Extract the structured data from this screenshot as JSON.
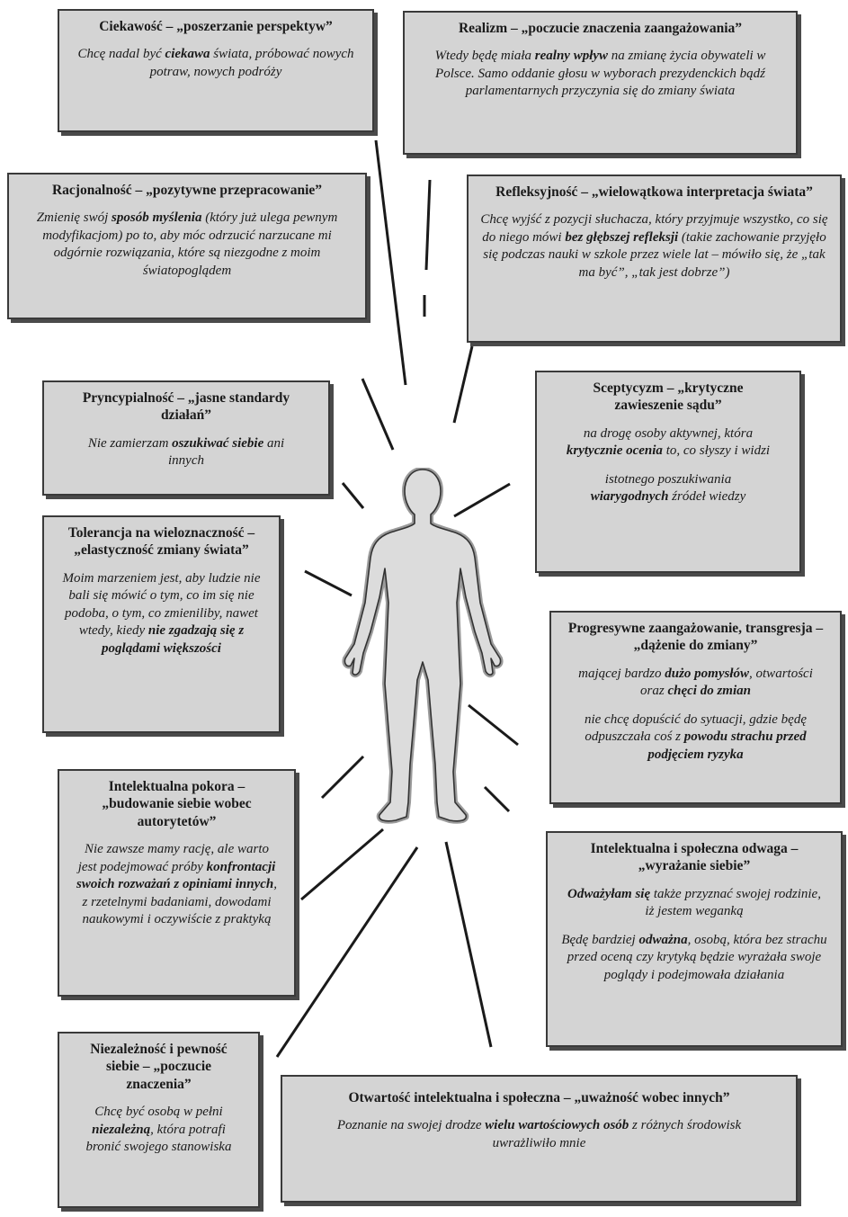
{
  "boxes": {
    "ciekawosc": {
      "title": "Ciekawość – „poszerzanie perspektyw”",
      "d1": [
        {
          "t": "Chcę nadal być "
        },
        {
          "t": "ciekawa",
          "b": true
        },
        {
          "t": " świata, próbować nowych potraw, nowych podróży"
        }
      ]
    },
    "realizm": {
      "title": "Realizm – „poczucie znaczenia zaangażowania”",
      "d1": [
        {
          "t": "Wtedy będę miała "
        },
        {
          "t": "realny wpływ",
          "b": true
        },
        {
          "t": " na zmianę życia obywateli w Polsce. Samo oddanie głosu w wyborach prezydenckich bądź parlamentarnych przyczynia się do zmiany świata"
        }
      ]
    },
    "racjonalnosc": {
      "title": "Racjonalność – „pozytywne przepracowanie”",
      "d1": [
        {
          "t": "Zmienię swój "
        },
        {
          "t": "sposób myślenia",
          "b": true
        },
        {
          "t": " (który już ulega pewnym modyfikacjom) po to, aby móc odrzucić narzucane mi odgórnie rozwiązania, które są niezgodne z moim światopoglądem"
        }
      ]
    },
    "refleksyjnosc": {
      "title": "Refleksyjność – „wielowątkowa interpretacja świata”",
      "d1": [
        {
          "t": "Chcę wyjść z pozycji słuchacza, który przyjmuje wszystko, co się do niego mówi "
        },
        {
          "t": "bez głębszej refleksji",
          "b": true
        },
        {
          "t": " (takie zachowanie przyjęło się podczas nauki w szkole przez wiele lat – mówiło się, że „tak ma być”, „tak jest dobrze”)"
        }
      ]
    },
    "pryncypialnosc": {
      "title": "Pryncypialność – „jasne standardy działań”",
      "d1": [
        {
          "t": "Nie zamierzam "
        },
        {
          "t": "oszukiwać siebie",
          "b": true
        },
        {
          "t": " ani innych"
        }
      ]
    },
    "sceptycyzm": {
      "title": "Sceptycyzm – „krytyczne zawieszenie sądu”",
      "d1": [
        {
          "t": "na drogę osoby aktywnej, która "
        },
        {
          "t": "krytycznie ocenia",
          "b": true
        },
        {
          "t": " to, co słyszy i widzi"
        }
      ],
      "d2": [
        {
          "t": "istotnego poszukiwania "
        },
        {
          "t": "wiarygodnych",
          "b": true
        },
        {
          "t": " źródeł wiedzy"
        }
      ]
    },
    "tolerancja": {
      "title": "Tolerancja na wieloznaczność – „elastyczność zmiany świata”",
      "d1": [
        {
          "t": "Moim marzeniem jest, aby ludzie nie bali się mówić o tym, co im się nie podoba, o tym, co zmieniliby, nawet wtedy, kiedy "
        },
        {
          "t": "nie zgadzają się z poglądami większości",
          "b": true
        }
      ]
    },
    "progresywne": {
      "title": "Progresywne zaangażowanie, transgresja – „dążenie do zmiany”",
      "d1": [
        {
          "t": "mającej bardzo "
        },
        {
          "t": "dużo pomysłów",
          "b": true
        },
        {
          "t": ", otwartości oraz "
        },
        {
          "t": "chęci do zmian",
          "b": true
        }
      ],
      "d2": [
        {
          "t": "nie chcę dopuścić do sytuacji, gdzie będę odpuszczała coś z "
        },
        {
          "t": "powodu strachu przed podjęciem ryzyka",
          "b": true
        }
      ]
    },
    "pokora": {
      "title": "Intelektualna pokora – „budowanie siebie wobec autorytetów”",
      "d1": [
        {
          "t": "Nie zawsze mamy rację, ale warto jest podejmować próby "
        },
        {
          "t": "konfrontacji swoich rozważań z opiniami innych",
          "b": true
        },
        {
          "t": ", z rzetelnymi badaniami, dowodami naukowymi i oczywiście z praktyką"
        }
      ]
    },
    "odwaga": {
      "title": "Intelektualna i społeczna odwaga – „wyrażanie siebie”",
      "d1": [
        {
          "t": "Odważyłam się",
          "b": true
        },
        {
          "t": " także przyznać swojej rodzinie, iż jestem weganką"
        }
      ],
      "d2": [
        {
          "t": "Będę bardziej "
        },
        {
          "t": "odważna",
          "b": true
        },
        {
          "t": ", osobą, która bez strachu przed oceną czy krytyką będzie wyrażała swoje poglądy i podejmowała działania"
        }
      ]
    },
    "niezaleznosc": {
      "title": "Niezależność i pewność siebie – „poczucie znaczenia”",
      "d1": [
        {
          "t": "Chcę być osobą w pełni "
        },
        {
          "t": "niezależną",
          "b": true
        },
        {
          "t": ", która potrafi bronić swojego stanowiska"
        }
      ]
    },
    "otwartosc": {
      "title": "Otwartość intelektualna i społeczna – „uważność wobec innych”",
      "d1": [
        {
          "t": "Poznanie na swojej drodze "
        },
        {
          "t": "wielu wartościowych osób",
          "b": true
        },
        {
          "t": " z różnych środowisk uwrażliwiło mnie"
        }
      ]
    }
  }
}
